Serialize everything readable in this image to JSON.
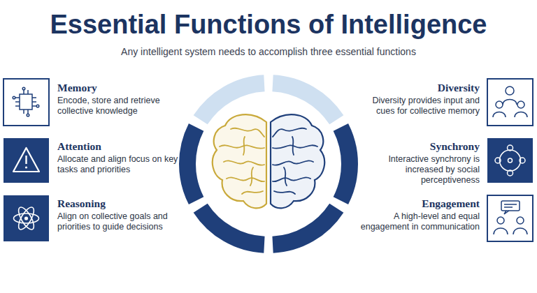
{
  "diagram": {
    "title": "Essential Functions of Intelligence",
    "nodes": [
      {
        "text": [
          "Memory",
          "Encode, store and retrieve collective knowledge"
        ]
      },
      {
        "text": [
          "Diversity",
          "Diversity provides input and cues for collective memory"
        ]
      },
      {
        "text": [
          "Attention",
          "Allocate and align focus on key tasks and priorities"
        ]
      },
      {
        "text": [
          "Synchrony",
          "Interactive synchrony is increased by social perceptiveness"
        ]
      },
      {
        "text": [
          "Reasoning",
          "Align on collective goals and priorities to guide decisions"
        ]
      },
      {
        "text": [
          "Engagement",
          "A high-level and equal engagement in communication"
        ]
      }
    ],
    "labels": [
      "Any intelligent system needs to accomplish three essential functions"
    ]
  }
}
